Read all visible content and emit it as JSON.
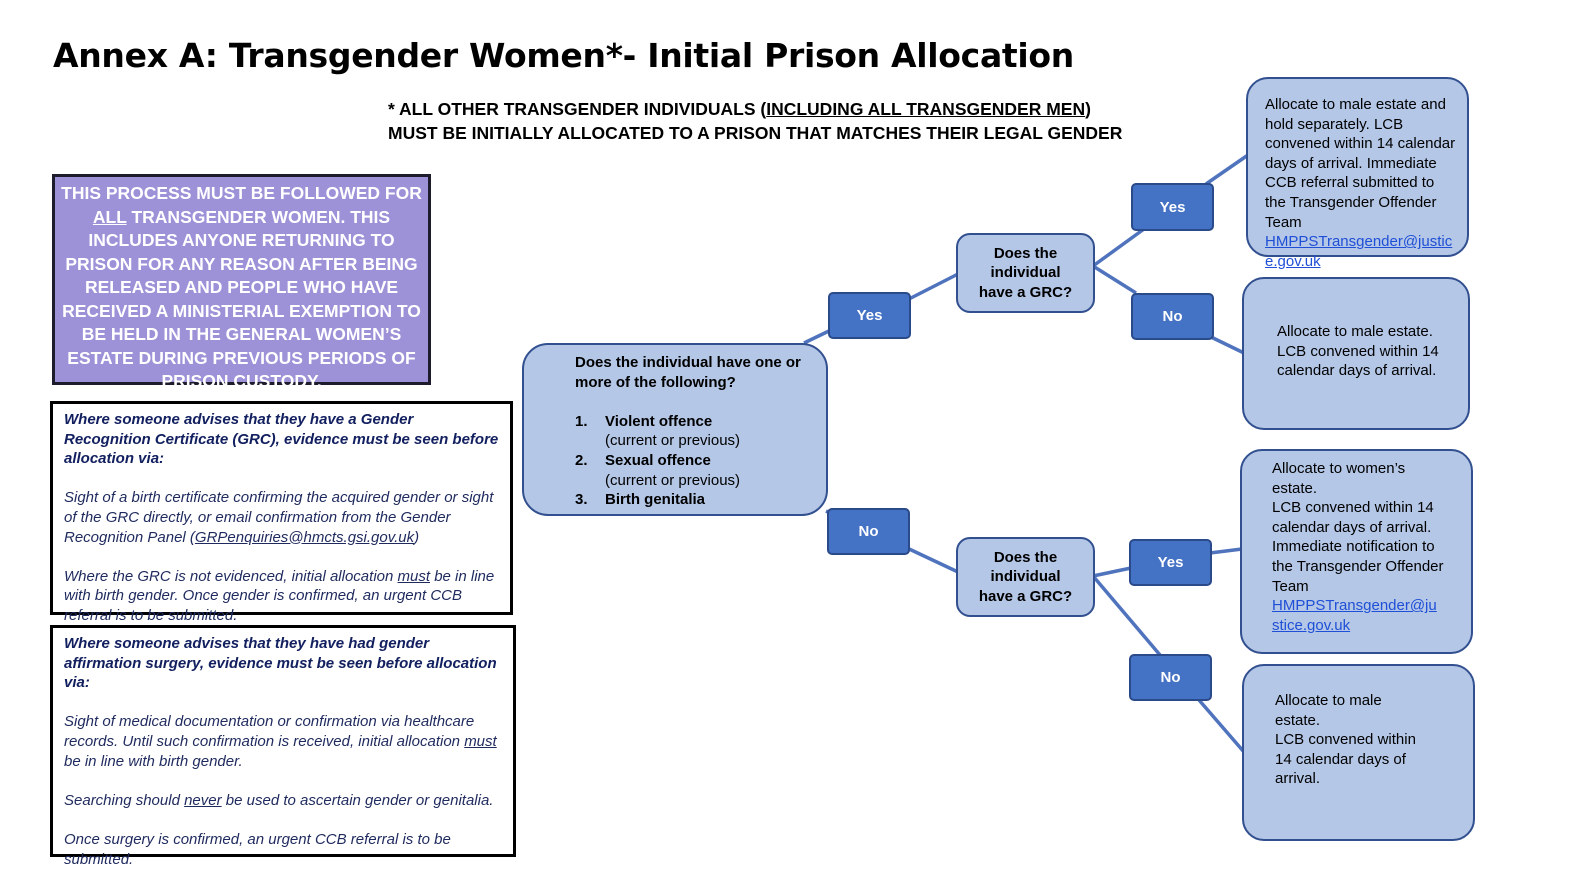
{
  "title": "Annex A: Transgender Women*- Initial Prison Allocation",
  "subtitle": {
    "line1_prefix": "* ALL OTHER TRANSGENDER INDIVIDUALS (",
    "line1_underlined": "INCLUDING ALL TRANSGENDER MEN",
    "line1_suffix": ")",
    "line2": "MUST BE INITIALLY ALLOCATED TO A PRISON THAT MATCHES THEIR LEGAL GENDER"
  },
  "process_box": {
    "text_prefix": "THIS PROCESS MUST BE FOLLOWED FOR ",
    "text_underlined": "ALL",
    "text_suffix": " TRANSGENDER WOMEN. THIS INCLUDES ANYONE RETURNING TO PRISON FOR ANY REASON AFTER BEING RELEASED AND PEOPLE WHO HAVE RECEIVED A MINISTERIAL EXEMPTION TO BE HELD IN THE GENERAL WOMEN’S ESTATE DURING PREVIOUS PERIODS OF PRISON CUSTODY."
  },
  "grc_note": {
    "heading": "Where someone advises that they have a Gender Recognition Certificate (GRC), evidence must be seen before allocation via:",
    "para1_text": "Sight of a birth certificate confirming the acquired gender or sight of the GRC directly, or email confirmation from the Gender Recognition Panel (",
    "para1_email": "GRPenquiries@hmcts.gsi.gov.uk",
    "para1_suffix": ")",
    "para2_prefix": "Where the GRC is not evidenced, initial allocation ",
    "para2_underlined": "must",
    "para2_suffix": " be in line with birth gender. Once gender is confirmed, an urgent CCB referral is to be submitted."
  },
  "surgery_note": {
    "heading": "Where someone advises that they have had gender affirmation surgery, evidence must be seen before allocation via:",
    "para1_prefix": "Sight of medical documentation or confirmation via healthcare records. Until such confirmation is received, initial allocation ",
    "para1_underlined": "must",
    "para1_suffix": " be in line with birth gender.",
    "para2_prefix": "Searching should ",
    "para2_underlined": "never",
    "para2_suffix": " be used to ascertain gender or genitalia.",
    "para3": "Once surgery is confirmed, an urgent CCB referral is to be submitted."
  },
  "flowchart": {
    "main_question": {
      "text": "Does the individual have one or more of the following?",
      "items": [
        {
          "num": "1.",
          "label": "Violent offence",
          "sub": "(current or previous)"
        },
        {
          "num": "2.",
          "label": "Sexual offence",
          "sub": "(current or previous)"
        },
        {
          "num": "3.",
          "label": "Birth genitalia",
          "sub": ""
        }
      ]
    },
    "yes_label": "Yes",
    "no_label": "No",
    "grc_question_line1": "Does the",
    "grc_question_line2": "individual",
    "grc_question_line3": "have a GRC?",
    "outcome_1": {
      "text": "Allocate to male estate and hold separately. LCB convened within 14 calendar days of arrival. Immediate CCB referral submitted to the Transgender Offender Team",
      "email": "HMPPSTransgender@justice.gov.uk"
    },
    "outcome_2": {
      "text": "Allocate to male estate. LCB convened within 14 calendar days of arrival."
    },
    "outcome_3": {
      "line1": "Allocate to women’s estate.",
      "line2": "LCB convened within 14 calendar days of arrival.",
      "line3": "Immediate notification to the Transgender Offender Team",
      "email": "HMPPSTransgender@justice.gov.uk"
    },
    "outcome_4": {
      "line1": "Allocate to male estate.",
      "line2": "LCB convened within 14 calendar days of arrival."
    }
  },
  "colors": {
    "purple_box": "#9d91d8",
    "node_fill": "#b4c7e7",
    "button_fill": "#4472c4",
    "connector": "#4f73bd",
    "link": "#1f4fd6"
  }
}
